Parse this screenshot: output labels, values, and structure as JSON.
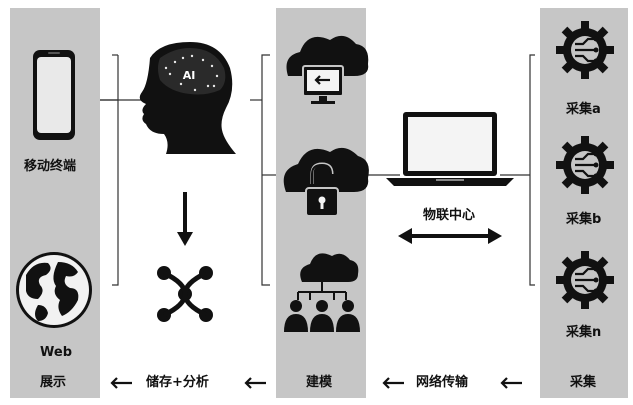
{
  "columns": {
    "display": {
      "label": "展示"
    },
    "storage": {
      "label": "储存+分析"
    },
    "modeling": {
      "label": "建模"
    },
    "network": {
      "label": "网络传输"
    },
    "collect": {
      "label": "采集"
    }
  },
  "display_items": {
    "mobile": {
      "label": "移动终端",
      "icon": "smartphone-icon"
    },
    "web": {
      "label": "Web",
      "icon": "globe-icon"
    }
  },
  "storage_items": {
    "ai_head": {
      "label": "AI",
      "icon": "ai-head-icon"
    },
    "network_node": {
      "icon": "network-node-icon"
    }
  },
  "modeling_items": [
    {
      "icon": "cloud-monitor-icon"
    },
    {
      "icon": "cloud-unlock-icon"
    },
    {
      "icon": "cloud-people-icon"
    }
  ],
  "iot_center": {
    "label": "物联中心",
    "icon": "laptop-icon"
  },
  "collect_items": [
    {
      "label": "采集a",
      "icon": "gear-circuit-icon"
    },
    {
      "label": "采集b",
      "icon": "gear-circuit-icon"
    },
    {
      "label": "采集n",
      "icon": "gear-circuit-icon"
    }
  ],
  "colors": {
    "column_bg": "#c6c6c6",
    "ink": "#111111"
  }
}
